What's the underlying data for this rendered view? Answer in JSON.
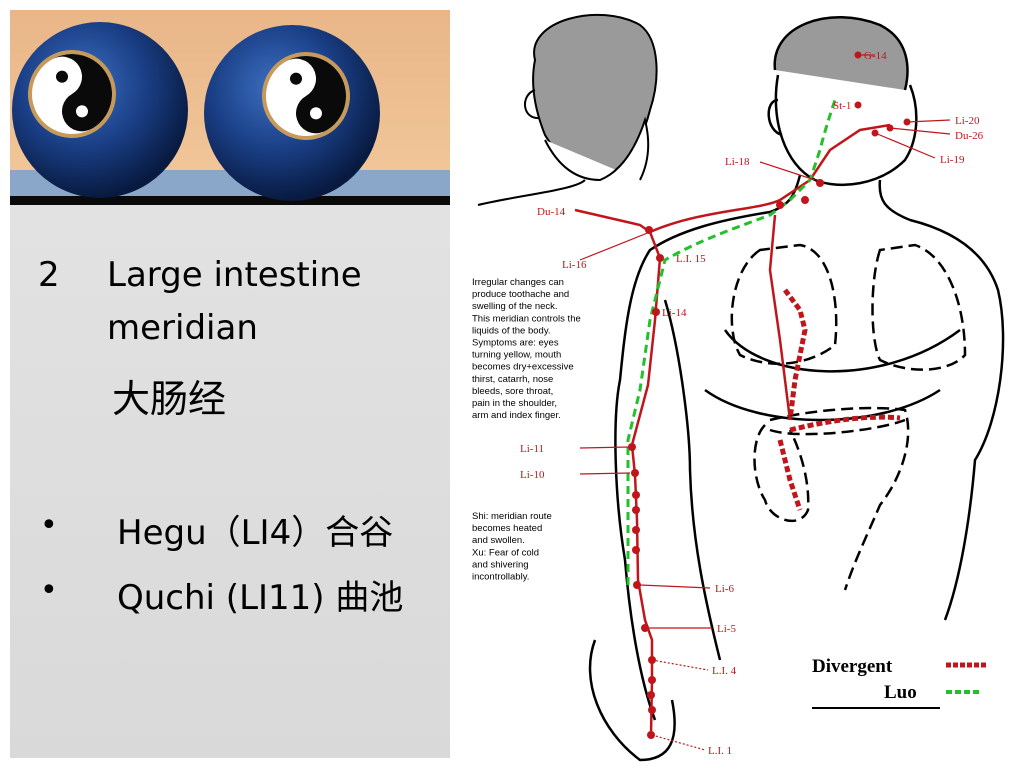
{
  "slide": {
    "number": "2",
    "title_line1": "Large intestine",
    "title_line2": "meridian",
    "title_chinese": "大肠经",
    "points": [
      {
        "bullet": "•",
        "text": "Hegu（LI4）合谷"
      },
      {
        "bullet": "•",
        "text": "Quchi (LI11) 曲池"
      }
    ]
  },
  "diagram": {
    "labels": {
      "g14": "G-14",
      "st1": "St-1",
      "li20": "Li-20",
      "du26": "Du-26",
      "li19": "Li-19",
      "li18": "Li-18",
      "du14": "Du-14",
      "li16": "Li-16",
      "li15": "L.I. 15",
      "li14": "Li-14",
      "li11": "Li-11",
      "li10": "Li-10",
      "li6": "Li-6",
      "li5": "Li-5",
      "li4": "L.I. 4",
      "li1": "L.I. 1"
    },
    "note_symptoms": [
      "Irregular changes can",
      "produce toothache and",
      "swelling of the neck.",
      "This meridian controls the",
      "liquids of the body.",
      "Symptoms are: eyes",
      "turning yellow, mouth",
      "becomes dry+excessive",
      "thirst, catarrh, nose",
      "bleeds, sore throat,",
      "pain in the shoulder,",
      "arm and index finger."
    ],
    "note_shixu": [
      "Shi: meridian route",
      "becomes heated",
      "and swollen.",
      "Xu: Fear of cold",
      "and shivering",
      "incontrollably."
    ],
    "legend": {
      "divergent": "Divergent",
      "luo": "Luo",
      "divergent_color": "#c0161b",
      "luo_color": "#22c02a"
    },
    "colors": {
      "meridian": "#c0161b",
      "luo": "#22c02a"
    }
  }
}
